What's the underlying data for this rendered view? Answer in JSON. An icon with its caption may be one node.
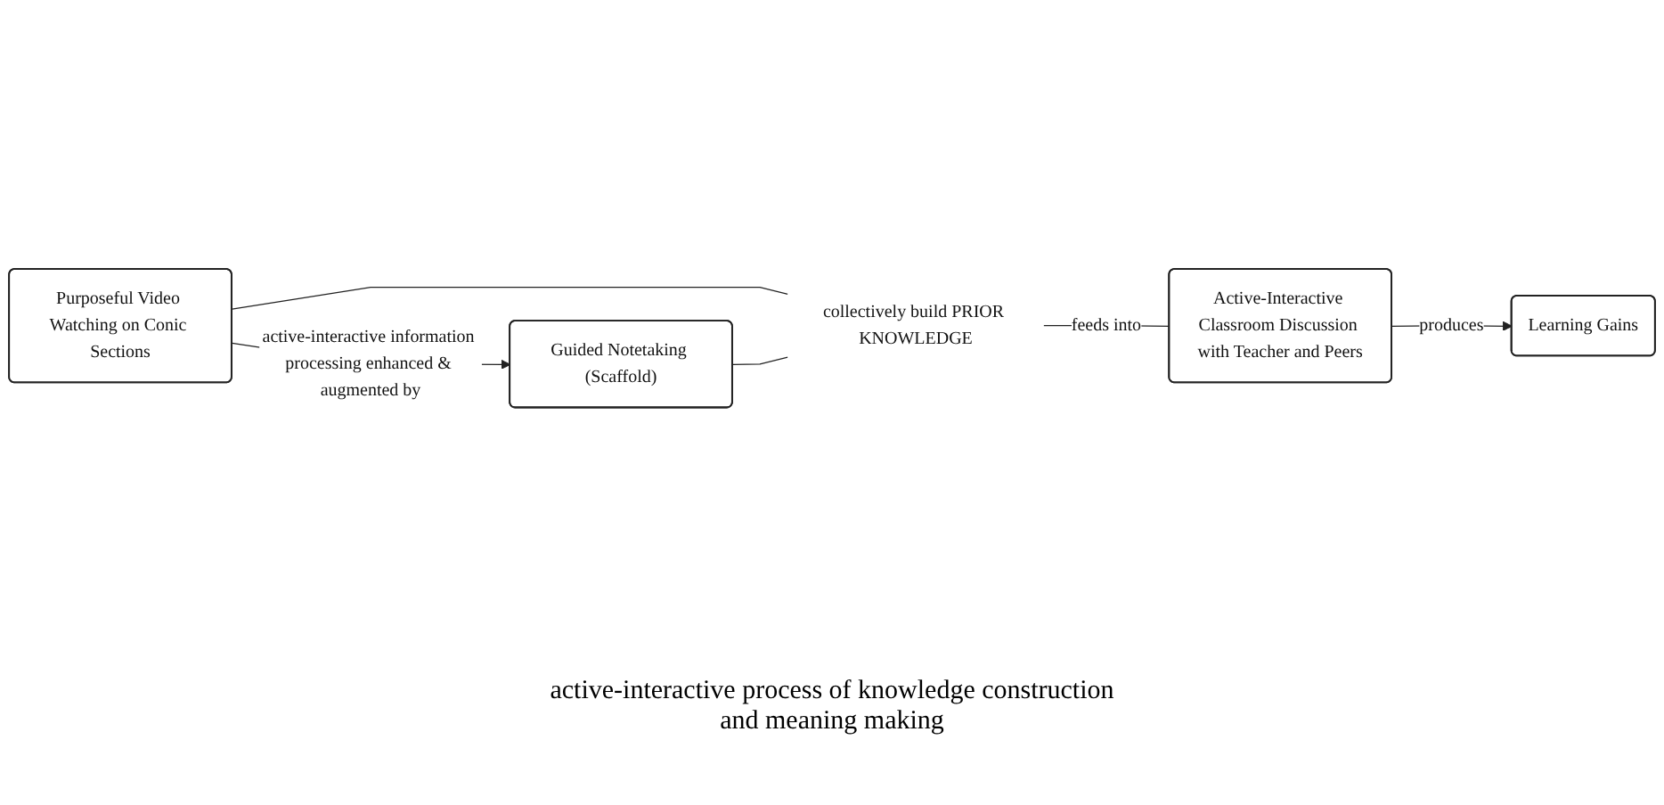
{
  "diagram": {
    "nodes": [
      {
        "text": [
          "Purposeful Video Watching on Conic Sections"
        ]
      },
      {
        "text": [
          "Guided Notetaking (Scaffold)"
        ]
      },
      {
        "text": [
          "collectively build PRIOR KNOWLEDGE"
        ]
      },
      {
        "text": [
          "Active-Interactive Classroom Discussion with Teacher and Peers"
        ]
      },
      {
        "text": [
          "Learning Gains"
        ]
      }
    ],
    "edges": [
      {
        "from": 0,
        "to": 1,
        "arrow": "to",
        "label": "active-interactive information processing enhanced & augmented by"
      },
      {
        "from": 0,
        "to": 2,
        "arrow": "none"
      },
      {
        "from": 1,
        "to": 2,
        "arrow": "none"
      },
      {
        "from": 2,
        "to": 3,
        "arrow": "none",
        "label": "feeds into"
      },
      {
        "from": 3,
        "to": 4,
        "arrow": "to",
        "label": "produces"
      }
    ],
    "labels": [
      "active-interactive process of knowledge construction and meaning making"
    ]
  }
}
